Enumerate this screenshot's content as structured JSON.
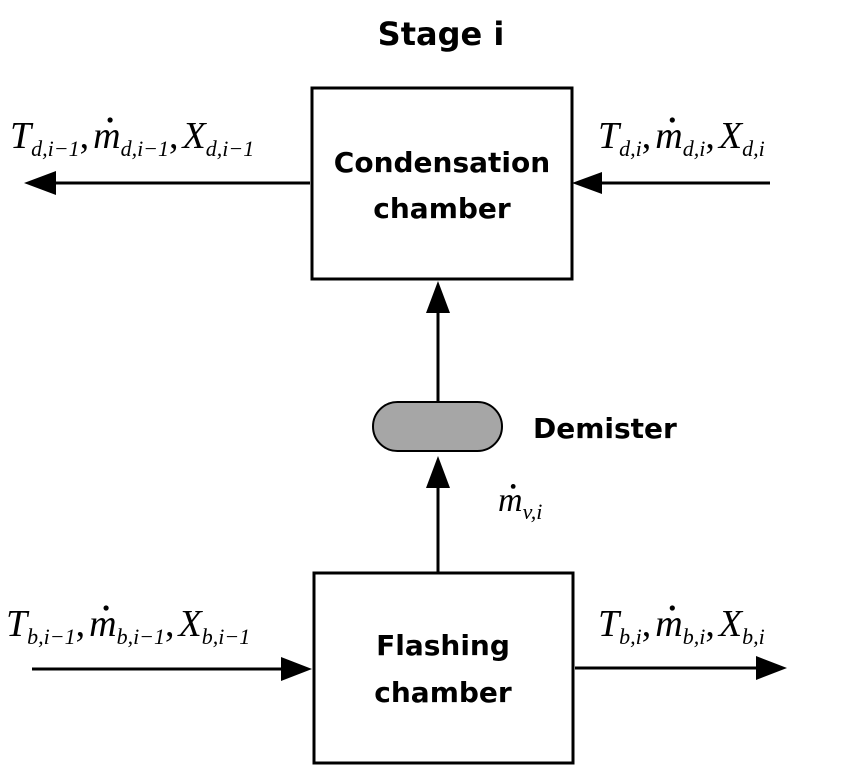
{
  "title": "Stage i",
  "condensation_chamber": {
    "line1": "Condensation",
    "line2": "chamber"
  },
  "flashing_chamber": {
    "line1": "Flashing",
    "line2": "chamber"
  },
  "demister": {
    "label": "Demister",
    "fill_color": "#a6a6a6"
  },
  "labels": {
    "distillate_in": {
      "T": "T",
      "T_sub": "d,i",
      "m": "m",
      "m_sub": "d,i",
      "X": "X",
      "X_sub": "d,i",
      "sep": ","
    },
    "distillate_out": {
      "T": "T",
      "T_sub": "d,i−1",
      "m": "m",
      "m_sub": "d,i−1",
      "X": "X",
      "X_sub": "d,i−1",
      "sep": ","
    },
    "brine_in": {
      "T": "T",
      "T_sub": "b,i−1",
      "m": "m",
      "m_sub": "b,i−1",
      "X": "X",
      "X_sub": "b,i−1",
      "sep": ","
    },
    "brine_out": {
      "T": "T",
      "T_sub": "b,i",
      "m": "m",
      "m_sub": "b,i",
      "X": "X",
      "X_sub": "b,i",
      "sep": ","
    },
    "vapor": {
      "m": "m",
      "m_sub": "v,i"
    }
  }
}
